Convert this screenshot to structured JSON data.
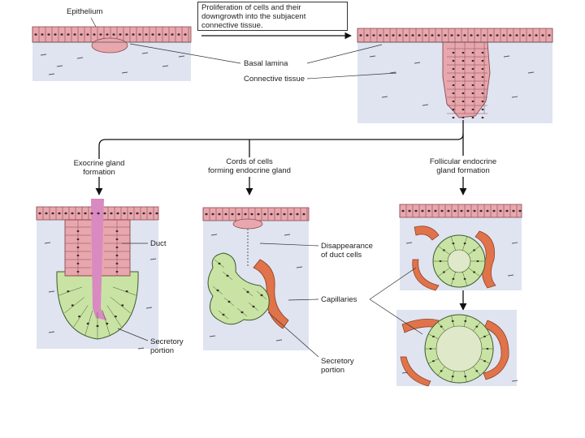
{
  "labels": {
    "epithelium": "Epithelium",
    "proliferation": "Proliferation of cells and their\ndowngrowth into the subjacent\nconnective tissue.",
    "basal_lamina": "Basal lamina",
    "connective_tissue": "Connective tissue",
    "exocrine": "Exocrine gland\nformation",
    "cords": "Cords of cells\nforming endocrine gland",
    "follicular": "Follicular endocrine\ngland formation",
    "duct": "Duct",
    "disappearance": "Disappearance\nof duct cells",
    "capillaries": "Capillaries",
    "secretory_left": "Secretory\nportion",
    "secretory_mid": "Secretory\nportion"
  },
  "colors": {
    "epithelium": "#e8a6ad",
    "epithelium_stroke": "#8a4a52",
    "connective": "#dfe4f0",
    "secretory": "#c9e3a4",
    "secretory_stroke": "#3c5a2c",
    "capillary": "#e0734a",
    "duct_lumen": "#d98ac0",
    "nucleus": "#3b2a2a"
  }
}
